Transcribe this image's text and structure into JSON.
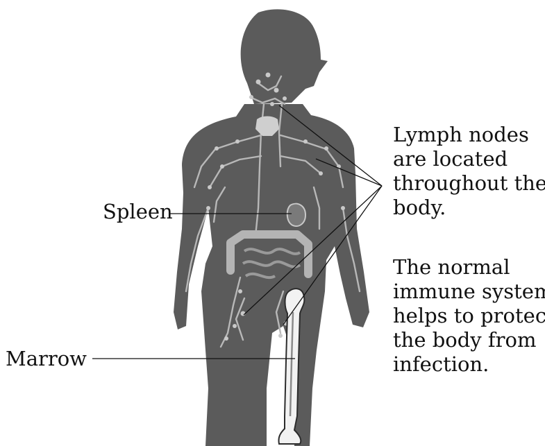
{
  "labels": {
    "spleen": "Spleen",
    "marrow": "Marrow"
  },
  "captions": {
    "lymph_nodes": [
      "Lymph nodes",
      "are located",
      "throughout the",
      "body."
    ],
    "immune_system": [
      "The normal",
      "immune system",
      "helps to protect",
      "the body from",
      "infection."
    ]
  },
  "colors": {
    "body": "#5b5b5b",
    "lymph": "#b8b8b8",
    "bone": "#f2f2f2",
    "leader_line": "#111111"
  }
}
